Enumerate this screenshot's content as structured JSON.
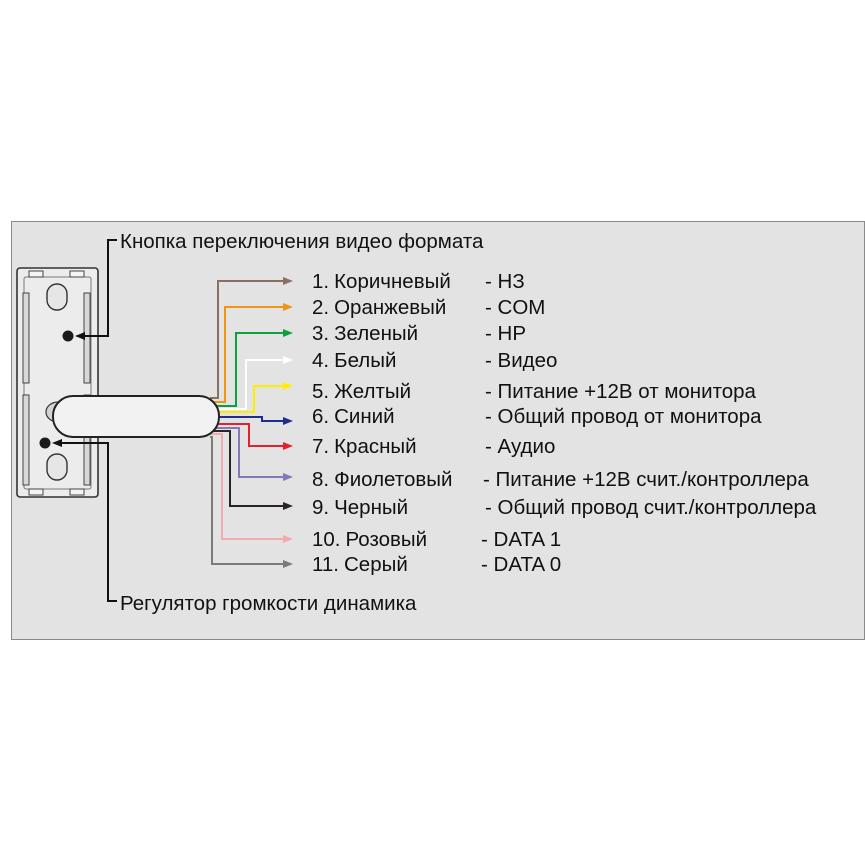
{
  "annotations": {
    "top": "Кнопка переключения видео формата",
    "bottom": "Регулятор громкости динамика"
  },
  "wires": [
    {
      "num": "1.",
      "color_name": "Коричневый",
      "signal": "- НЗ",
      "color": "#8b6f63"
    },
    {
      "num": "2.",
      "color_name": "Оранжевый",
      "signal": "- COM",
      "color": "#f39313"
    },
    {
      "num": "3.",
      "color_name": "Зеленый",
      "signal": "- НР",
      "color": "#0f9f3c"
    },
    {
      "num": "4.",
      "color_name": "Белый",
      "signal": "- Видео",
      "color": "#ffffff"
    },
    {
      "num": "5.",
      "color_name": "Желтый",
      "signal": "- Питание +12В от монитора",
      "color": "#ffee00"
    },
    {
      "num": "6.",
      "color_name": "Синий",
      "signal": "- Общий провод от монитора",
      "color": "#1e2e8f"
    },
    {
      "num": "7.",
      "color_name": "Красный",
      "signal": "- Аудио",
      "color": "#e3202b"
    },
    {
      "num": "8.",
      "color_name": "Фиолетовый",
      "signal": "- Питание +12В счит./контроллера",
      "color": "#8478b8"
    },
    {
      "num": "9.",
      "color_name": "Черный",
      "signal": "- Общий провод счит./контроллера",
      "color": "#2a2424"
    },
    {
      "num": "10.",
      "color_name": "Розовый",
      "signal": "- DATA 1",
      "color": "#f4aaae"
    },
    {
      "num": "11.",
      "color_name": "Серый",
      "signal": "- DATA 0",
      "color": "#7b7b7b"
    }
  ]
}
